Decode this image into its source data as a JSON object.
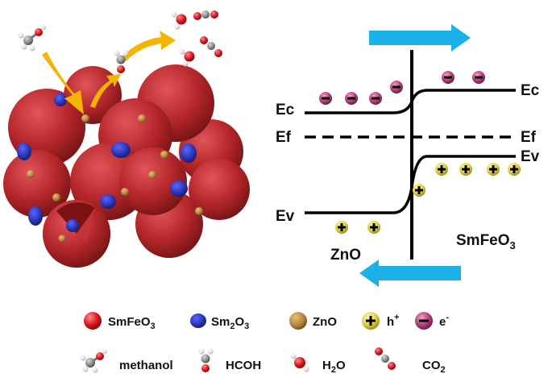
{
  "band_diagram": {
    "left_material": "ZnO",
    "right_material": "SmFeO",
    "right_material_sub": "3",
    "level_labels": {
      "ec_left": "Ec",
      "ef_left": "Ef",
      "ev_left": "Ev",
      "ec_right": "Ec",
      "ef_right": "Ef",
      "ev_right": "Ev"
    },
    "hole_symbol": "+",
    "electron_symbol": "−",
    "colors": {
      "arrow": "#1bb0e8",
      "electron": "#b0407a",
      "hole": "#e0d24a",
      "line": "#000000"
    }
  },
  "particle_scene": {
    "sphere_color": "#b5262a",
    "sm2o3_color": "#2a33b5",
    "zno_color": "#b8873f",
    "flow_arrow_color": "#f5b400",
    "molecule_icons": [
      "methanol-icon",
      "hcoh-icon",
      "h2o-icon",
      "co2-icon"
    ]
  },
  "legend": {
    "row1": [
      {
        "text": "SmFeO",
        "sub": "3"
      },
      {
        "text": "Sm",
        "sub": "2",
        "text2": "O",
        "sub2": "3"
      },
      {
        "text": "ZnO"
      },
      {
        "text": "h",
        "sup": "+"
      },
      {
        "text": "e",
        "sup": "-"
      }
    ],
    "row2": [
      {
        "text": "methanol"
      },
      {
        "text": "HCOH"
      },
      {
        "text": "H",
        "sub": "2",
        "text2": "O"
      },
      {
        "text": "CO",
        "sub": "2"
      }
    ]
  }
}
